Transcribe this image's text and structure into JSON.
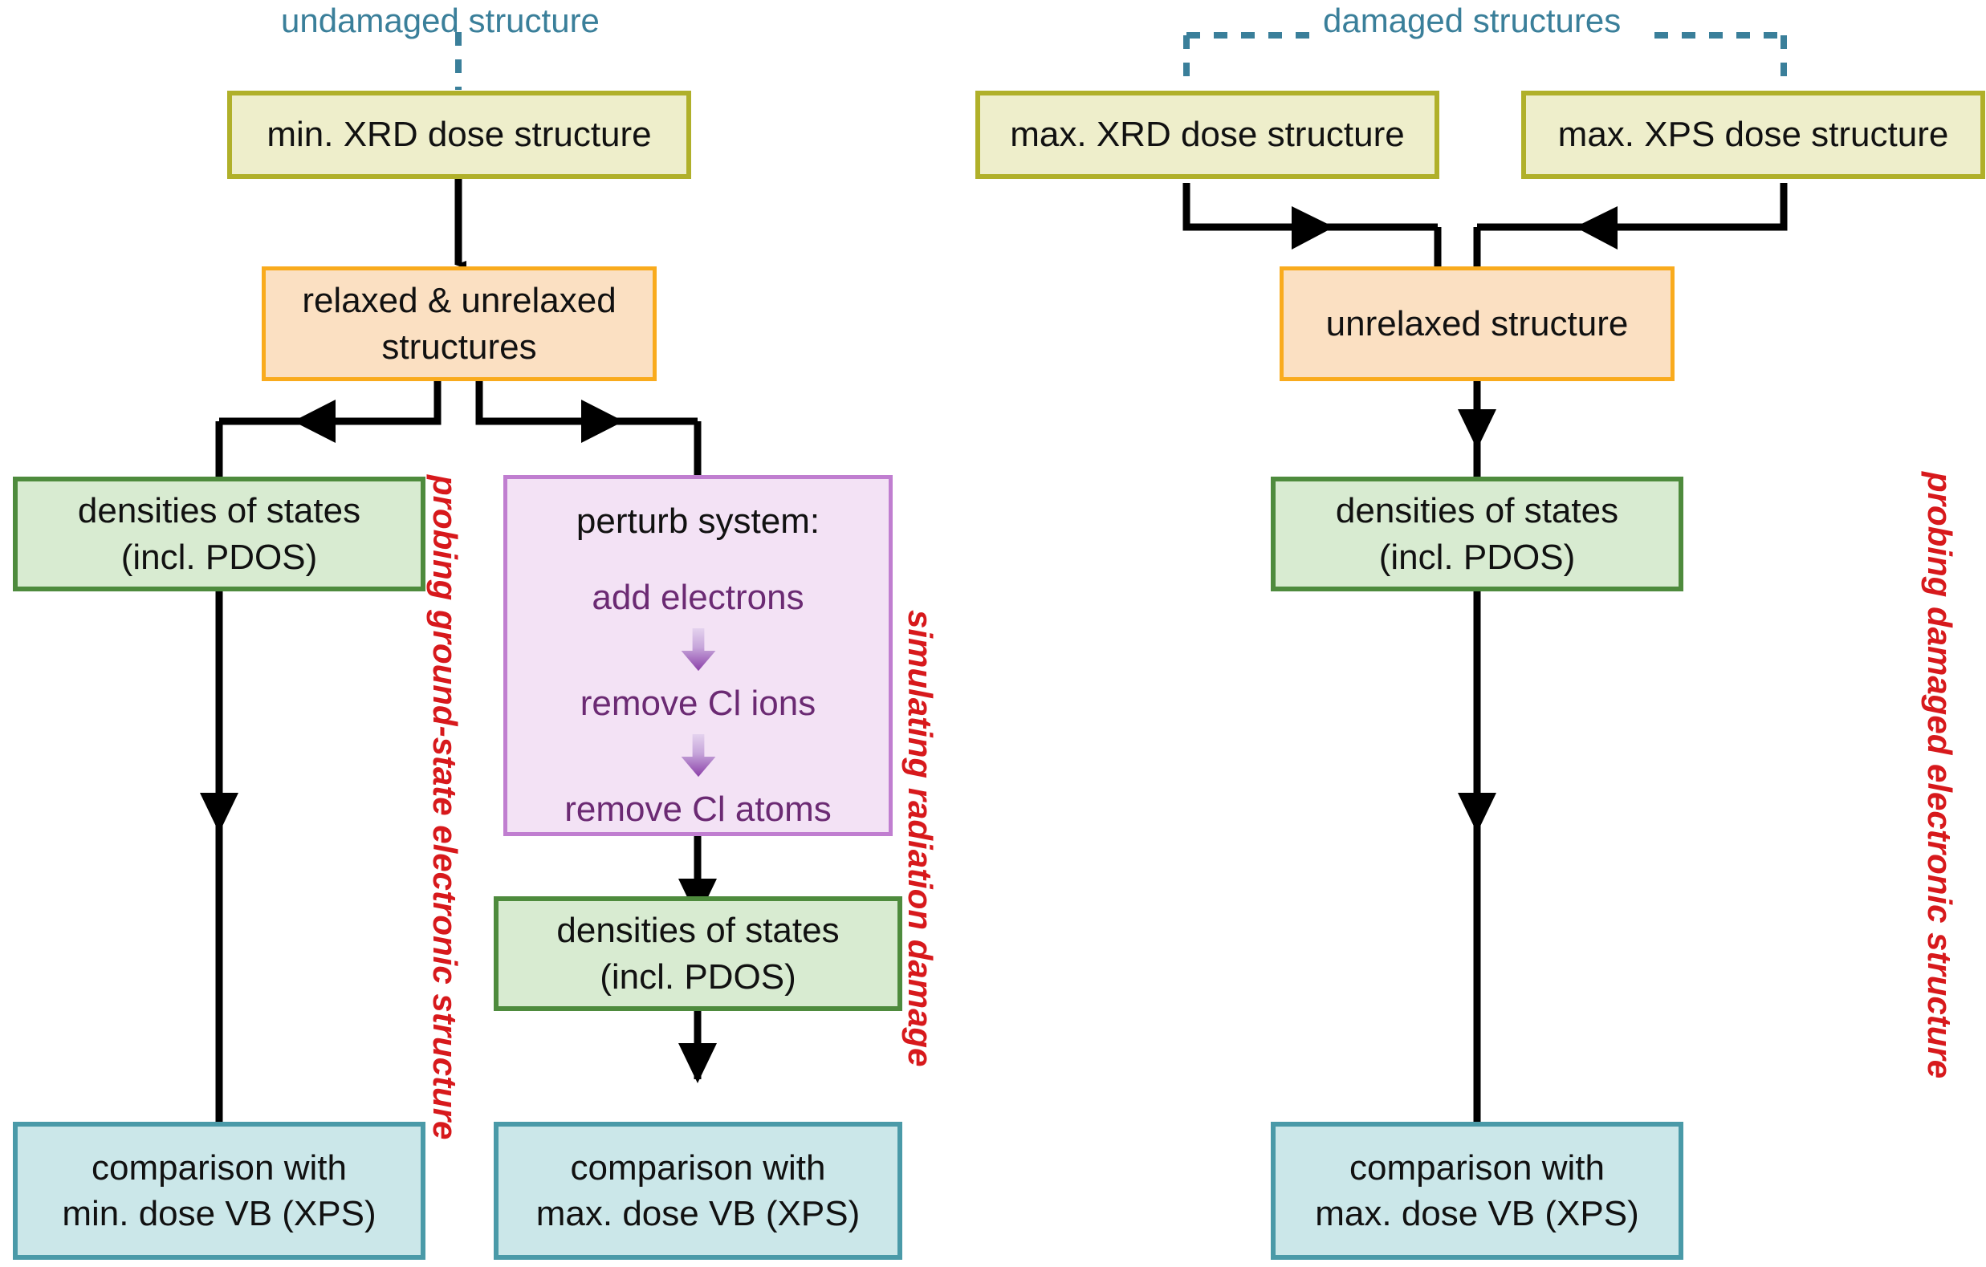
{
  "diagram": {
    "title_hidden": "",
    "colors": {
      "yellow_fill": "#eeeecb",
      "yellow_border": "#b0b02a",
      "orange_fill": "#fbe0c2",
      "orange_border": "#f9ab1d",
      "green_fill": "#d8ebd1",
      "green_border": "#4e8b3d",
      "teal_fill": "#cbe7e9",
      "teal_border": "#4a9aa8",
      "purple_fill": "#f3e2f5",
      "purple_border": "#c07ed0",
      "purple_text": "#6b2a73",
      "bracket_blue": "#3a7f9a",
      "side_label_red": "#d7191c",
      "wire_black": "#000000"
    },
    "brackets": [
      {
        "id": "undamaged",
        "label": "undamaged structure"
      },
      {
        "id": "damaged",
        "label": "damaged structures"
      }
    ],
    "side_labels": [
      {
        "id": "ground-state",
        "text": "probing ground-state electronic structure"
      },
      {
        "id": "radiation-damage",
        "text": "simulating radiation damage"
      },
      {
        "id": "damaged-electronic",
        "text": "probing damaged electronic structure"
      }
    ],
    "nodes": {
      "min_xrd": {
        "label": "min. XRD dose structure",
        "kind": "source"
      },
      "max_xrd": {
        "label": "max. XRD dose structure",
        "kind": "source"
      },
      "max_xps": {
        "label": "max. XPS dose structure",
        "kind": "source"
      },
      "relaxed_unrelaxed": {
        "line1": "relaxed & unrelaxed",
        "line2": "structures",
        "kind": "structure"
      },
      "unrelaxed": {
        "label": "unrelaxed structure",
        "kind": "structure"
      },
      "dos_left": {
        "line1": "densities of states",
        "line2": "(incl. PDOS)",
        "kind": "analysis"
      },
      "dos_mid": {
        "line1": "densities of states",
        "line2": "(incl. PDOS)",
        "kind": "analysis"
      },
      "dos_right": {
        "line1": "densities of states",
        "line2": "(incl. PDOS)",
        "kind": "analysis"
      },
      "perturb": {
        "title": "perturb system:",
        "steps": [
          "add electrons",
          "remove Cl ions",
          "remove Cl atoms"
        ],
        "kind": "perturbation"
      },
      "cmp_left": {
        "line1": "comparison with",
        "line2": "min. dose VB (XPS)",
        "kind": "comparison"
      },
      "cmp_mid": {
        "line1": "comparison with",
        "line2": "max. dose VB (XPS)",
        "kind": "comparison"
      },
      "cmp_right": {
        "line1": "comparison with",
        "line2": "max. dose VB (XPS)",
        "kind": "comparison"
      }
    }
  }
}
